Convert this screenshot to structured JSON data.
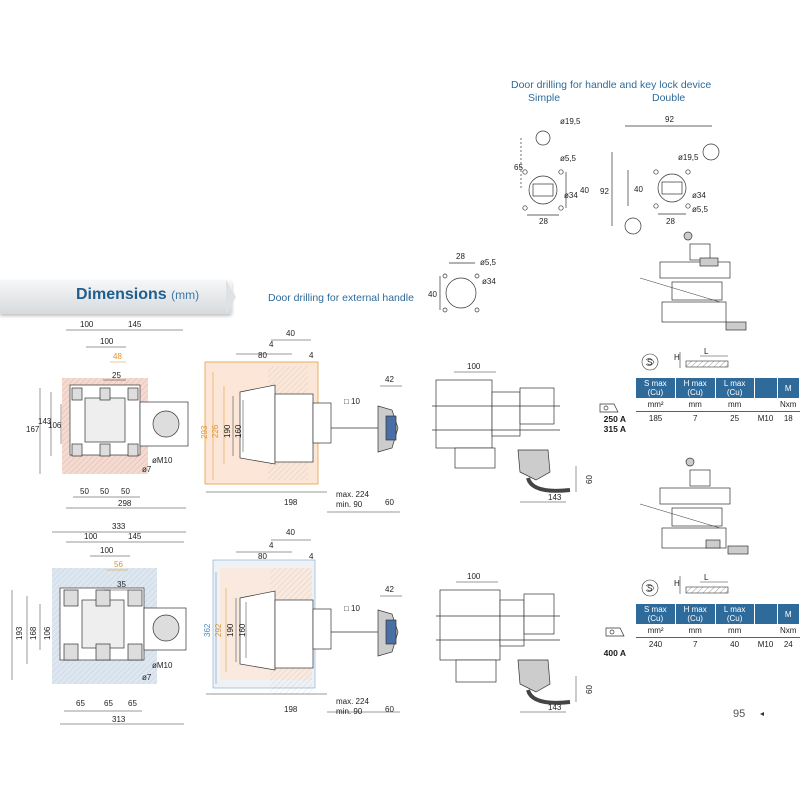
{
  "header": {
    "door_drilling_handle_key_lock": "Door drilling for handle and key lock device",
    "simple": "Simple",
    "double": "Double",
    "door_drilling_external": "Door drilling for external handle"
  },
  "section": {
    "title": "Dimensions",
    "unit": "(mm)"
  },
  "drill_simple": {
    "d195": "ø19,5",
    "d55": "ø5,5",
    "d34": "ø34",
    "h65": "65",
    "h40": "40",
    "w28": "28"
  },
  "drill_double": {
    "w92": "92",
    "d195": "ø19,5",
    "d34": "ø34",
    "d55": "ø5,5",
    "h92": "92",
    "h40": "40",
    "w28": "28"
  },
  "drill_external": {
    "w28": "28",
    "d55": "ø5,5",
    "d34": "ø34",
    "h40": "40"
  },
  "top_front": {
    "w100": "100",
    "w145": "145",
    "w100b": "100",
    "w48": "48",
    "w25": "25",
    "h167": "167",
    "h143": "143",
    "h106": "106",
    "m10": "øM10",
    "d7": "ø7",
    "b50a": "50",
    "b50b": "50",
    "b50c": "50",
    "w298": "298"
  },
  "top_side": {
    "w40": "40",
    "w4a": "4",
    "w80": "80",
    "w4b": "4",
    "h293": "293",
    "h226": "226",
    "h190": "190",
    "h160": "160",
    "sq10": "□ 10",
    "w42": "42",
    "w198": "198",
    "max224": "max. 224",
    "min90": "min. 90",
    "w60": "60"
  },
  "top_handle": {
    "w100": "100",
    "h60": "60",
    "w143": "143"
  },
  "bottom_front": {
    "w333": "333",
    "w100": "100",
    "w145": "145",
    "w100b": "100",
    "w56": "56",
    "w35": "35",
    "h193": "193",
    "h168": "168",
    "h106": "106",
    "m10": "øM10",
    "d7": "ø7",
    "b65a": "65",
    "b65b": "65",
    "b65c": "65",
    "w313": "313"
  },
  "bottom_side": {
    "w40": "40",
    "w4a": "4",
    "w80": "80",
    "w4b": "4",
    "h362": "362",
    "h292": "292",
    "h190": "190",
    "h160": "160",
    "sq10": "□ 10",
    "w42": "42",
    "w198": "198",
    "max224": "max. 224",
    "min90": "min. 90",
    "w60": "60"
  },
  "bottom_handle": {
    "w100": "100",
    "h60": "60",
    "w143": "143"
  },
  "terminal_labels": {
    "h": "H",
    "l": "L",
    "s": "S"
  },
  "spec_headers": [
    "S max (Cu)",
    "H max (Cu)",
    "L max (Cu)",
    "",
    "M"
  ],
  "spec_units": [
    "mm²",
    "mm",
    "mm",
    "",
    "Nxm"
  ],
  "spec_top": {
    "rating": [
      "250 A",
      "315 A"
    ],
    "values": [
      "185",
      "7",
      "25",
      "M10",
      "18"
    ]
  },
  "spec_bottom": {
    "rating": [
      "400 A"
    ],
    "values": [
      "240",
      "7",
      "40",
      "M10",
      "24"
    ]
  },
  "page_number": "95",
  "colors": {
    "accent_blue": "#2f6b9a",
    "orange": "#e0932a",
    "light_blue": "#4f89b8"
  }
}
